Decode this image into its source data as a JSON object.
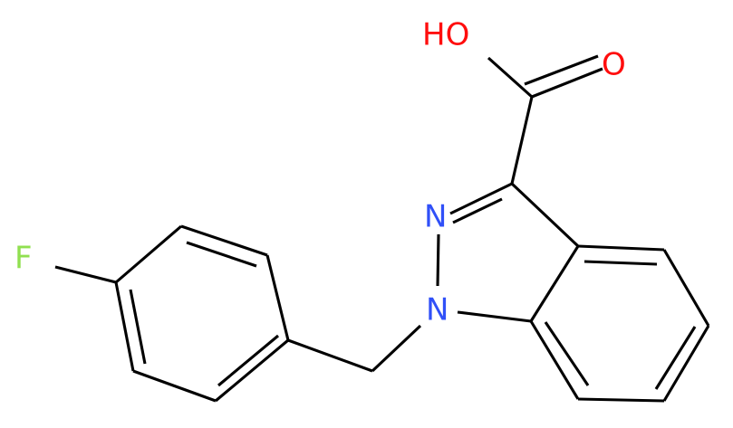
{
  "structure": {
    "atoms": {
      "carboxyl_oh": "HO",
      "carboxyl_o": "O",
      "ring_n2": "N",
      "ring_n1": "N",
      "fluorine": "F"
    }
  },
  "colors": {
    "bond": "#000000",
    "oxygen": "#ff0d0d",
    "nitrogen": "#3050f8",
    "fluorine": "#90e050",
    "background": "#ffffff"
  }
}
